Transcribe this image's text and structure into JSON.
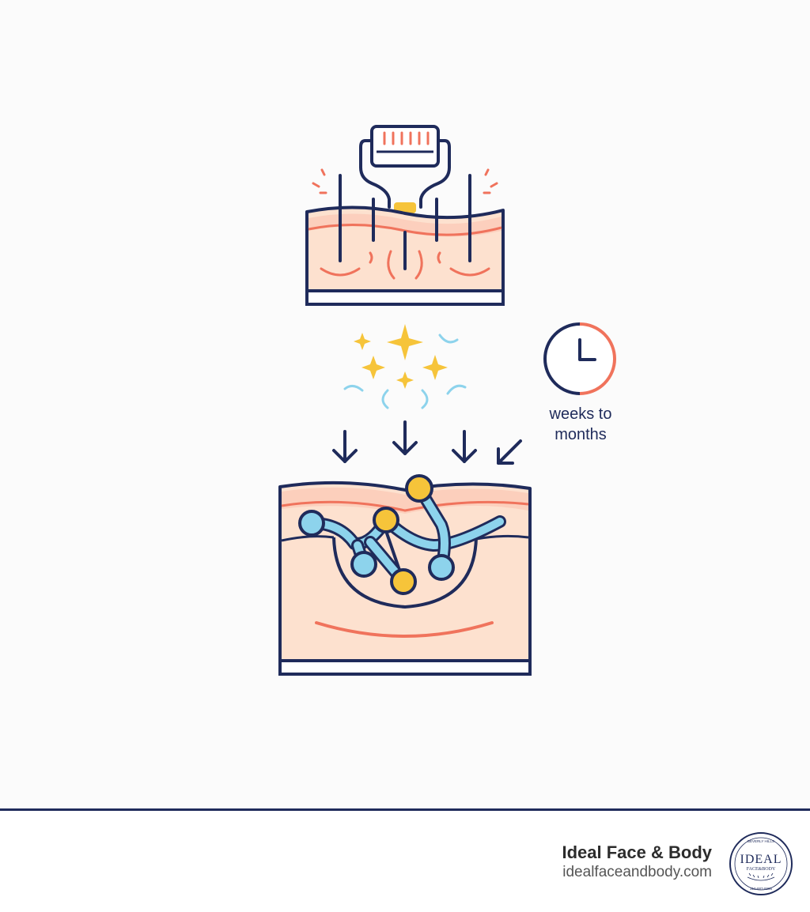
{
  "timeline": {
    "caption_line1": "weeks to",
    "caption_line2": "months"
  },
  "footer": {
    "brand_name": "Ideal Face & Body",
    "website": "idealfaceandbody.com",
    "logo": {
      "top_text": "BEVERLY HILLS",
      "word_top": "IDEAL",
      "word_bottom": "FACE&BODY",
      "bottom_text": "310-887-9995"
    }
  },
  "colors": {
    "navy": "#1f2b5b",
    "coral": "#f0735c",
    "skin": "#fde1cf",
    "skin_top": "#fbcbb8",
    "gold": "#f6c43a",
    "light_blue": "#8dd3ec",
    "background": "#fbfbfb"
  },
  "icons": [
    "microneedle-roller-icon",
    "sparkle-icon",
    "clock-icon",
    "arrow-down-icon",
    "collagen-network-icon",
    "laurel-seal-icon"
  ]
}
